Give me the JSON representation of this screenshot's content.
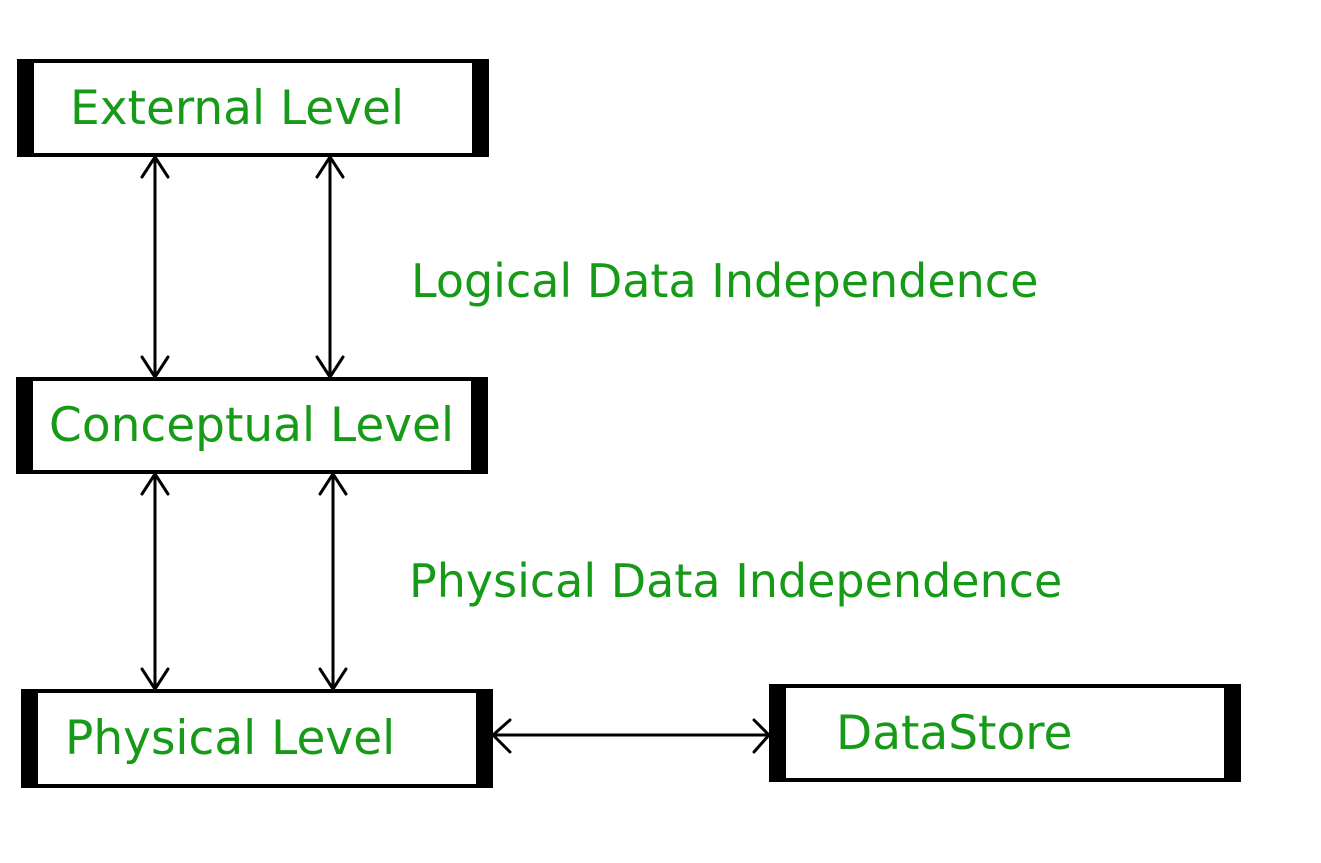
{
  "levels": {
    "external": "External Level",
    "conceptual": "Conceptual Level",
    "physical": "Physical Level",
    "datastore": "DataStore"
  },
  "independence": {
    "logical": "Logical Data Independence",
    "physical": "Physical Data Independence"
  },
  "colors": {
    "text": "#179a17",
    "border": "#000000"
  }
}
